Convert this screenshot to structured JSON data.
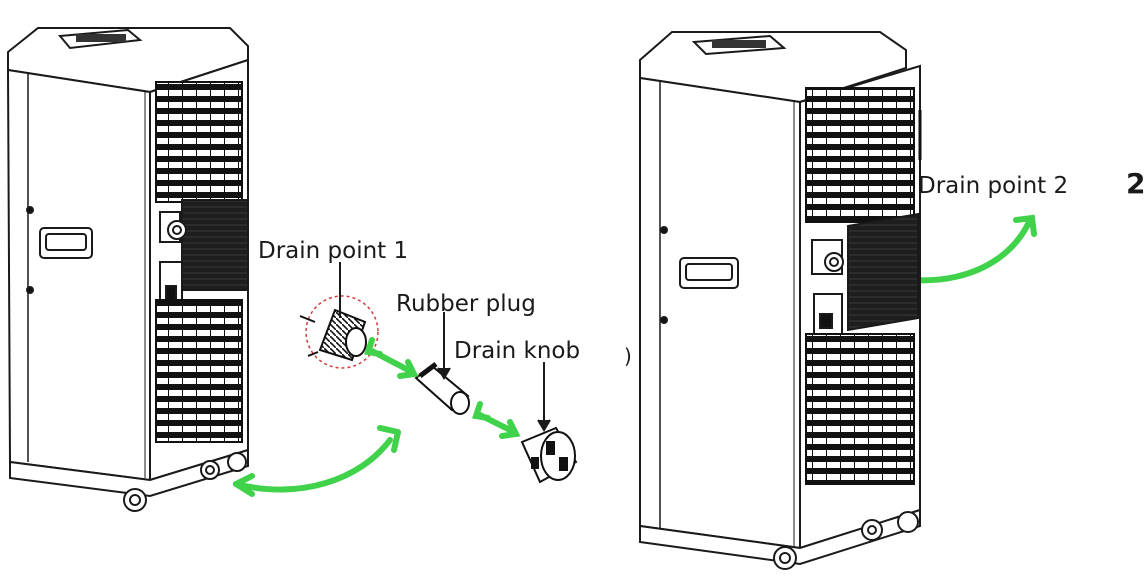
{
  "labels": {
    "drain_point_1": "Drain point 1",
    "rubber_plug": "Rubber plug",
    "drain_knob": "Drain knob",
    "drain_point_2": "Drain point 2",
    "step_number": "2",
    "edge_mark": ")"
  },
  "colors": {
    "arrow": "#3fd24a",
    "line": "#1a1a1a",
    "callout_circle": "#d23c3c",
    "background": "#ffffff"
  },
  "icons": {
    "left_unit": "portable-air-conditioner-icon",
    "right_unit": "portable-air-conditioner-icon",
    "plug": "rubber-plug-icon",
    "knob": "drain-knob-icon"
  }
}
